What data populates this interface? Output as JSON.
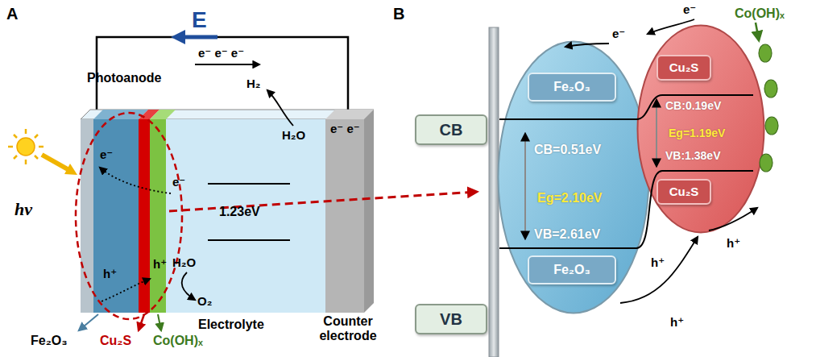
{
  "diagram": {
    "nodes": [
      {
        "text": [
          "CB"
        ]
      },
      {
        "text": [
          "CB=0.51eV",
          "Eg=2.10eV",
          "VB=2.61eV"
        ]
      },
      {
        "text": [
          "Fe₂O₃"
        ],
        "in": 1
      },
      {
        "text": [
          "Fe₂O₃"
        ],
        "in": 1
      },
      {
        "text": [
          "CB:0.19eV",
          "Eg=1.19eV",
          "VB:1.38eV"
        ]
      },
      {
        "text": [
          "Cu₂S"
        ],
        "in": 4
      },
      {
        "text": [
          "Cu₂S"
        ],
        "in": 4
      },
      {
        "text": [
          "VB"
        ]
      }
    ],
    "labels": [
      "A",
      "E",
      "e⁻ e⁻ e⁻",
      "Photoanode",
      "hv",
      "e⁻",
      "e⁻",
      "h⁺",
      "h⁺",
      "H₂",
      "H₂O",
      "e⁻ e⁻",
      "1.23eV",
      "H₂O",
      "O₂",
      "Fe₂O₃",
      "Cu₂S",
      "Co(OH)ₓ",
      "Electrolyte",
      "Counter electrode",
      "B",
      "e⁻",
      "e⁻",
      "Co(OH)ₓ",
      "h⁺",
      "h⁺",
      "h⁺"
    ]
  }
}
